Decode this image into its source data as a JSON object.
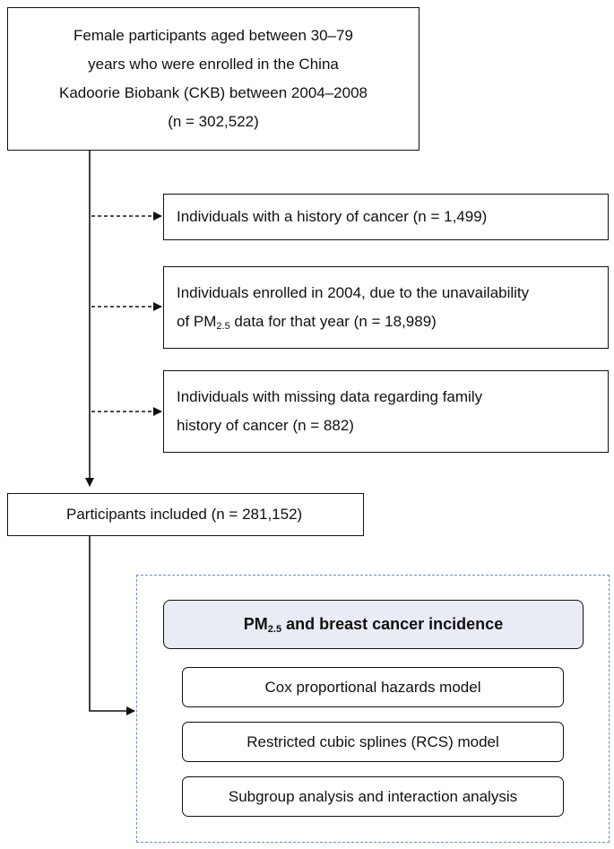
{
  "start": {
    "line1": "Female participants aged between 30–79",
    "line2": "years who were enrolled in the China",
    "line3": "Kadoorie Biobank (CKB) between 2004–2008",
    "line4": "(n = 302,522)"
  },
  "exclusions": [
    {
      "line1": "Individuals with a history of cancer (n = 1,499)"
    },
    {
      "line1": "Individuals enrolled in 2004, due to the unavailability",
      "line2_pre": "of PM",
      "line2_sub": "2.5",
      "line2_post": " data for that year (n = 18,989)"
    },
    {
      "line1": "Individuals with missing data regarding family",
      "line2": "history of cancer (n = 882)"
    }
  ],
  "included": {
    "label": "Participants included (n = 281,152)"
  },
  "analysis": {
    "header_pre": "PM",
    "header_sub": "2.5",
    "header_post": " and breast cancer incidence",
    "methods": [
      "Cox proportional hazards model",
      "Restricted cubic splines (RCS) model",
      "Subgroup analysis and interaction analysis"
    ]
  },
  "colors": {
    "line": "#111111",
    "dash_frame": "#6f8fb8",
    "header_fill": "#e9ecf5"
  }
}
